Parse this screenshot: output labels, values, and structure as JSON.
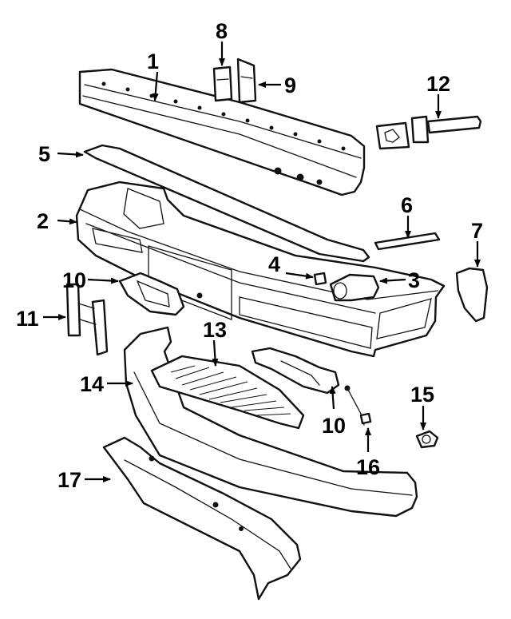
{
  "callouts": {
    "c1": "1",
    "c2": "2",
    "c3": "3",
    "c4": "4",
    "c5": "5",
    "c6": "6",
    "c7": "7",
    "c8": "8",
    "c9": "9",
    "c10a": "10",
    "c10b": "10",
    "c11": "11",
    "c12": "12",
    "c13": "13",
    "c14": "14",
    "c15": "15",
    "c16": "16",
    "c17": "17"
  },
  "colors": {
    "ink": "#111111",
    "paper": "#ffffff"
  }
}
